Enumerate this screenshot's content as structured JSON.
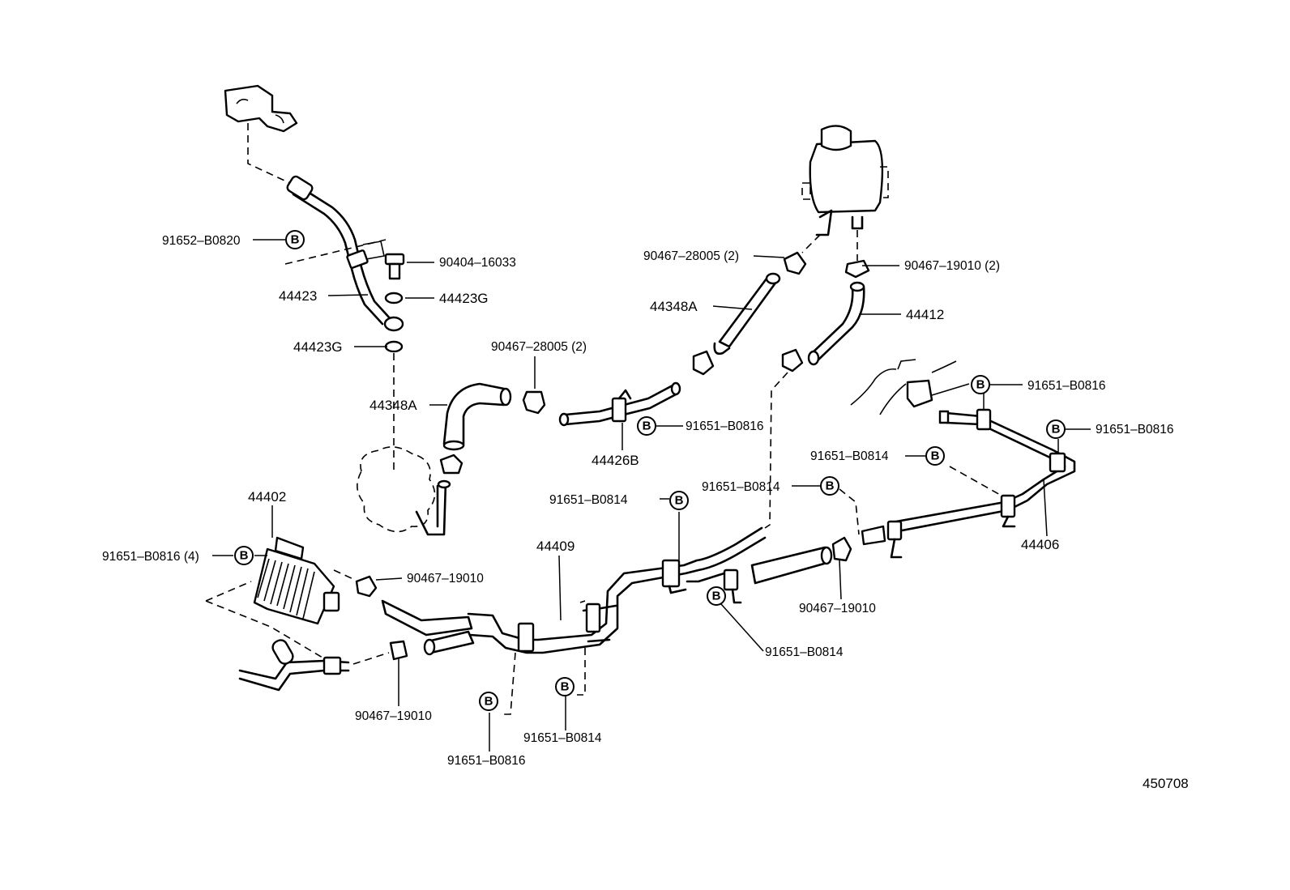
{
  "diagram_id": "450708",
  "badge_letter": "B",
  "labels": {
    "l_91652_B0820": "91652–B0820",
    "l_90404_16033": "90404–16033",
    "l_44423": "44423",
    "l_44423G_a": "44423G",
    "l_44423G_b": "44423G",
    "l_44348A_a": "44348A",
    "l_44348A_b": "44348A",
    "l_90467_28005_a": "90467–28005 (2)",
    "l_90467_28005_b": "90467–28005 (2)",
    "l_90467_19010_2": "90467–19010 (2)",
    "l_44412": "44412",
    "l_44426B": "44426B",
    "l_91651_B0816_a": "91651–B0816",
    "l_91651_B0816_b": "91651–B0816",
    "l_91651_B0816_c": "91651–B0816",
    "l_91651_B0816_4": "91651–B0816 (4)",
    "l_91651_B0816_d": "91651–B0816",
    "l_91651_B0814_a": "91651–B0814",
    "l_91651_B0814_b": "91651–B0814",
    "l_91651_B0814_c": "91651–B0814",
    "l_91651_B0814_d": "91651–B0814",
    "l_91651_B0814_e": "91651–B0814",
    "l_44402": "44402",
    "l_44409": "44409",
    "l_44406": "44406",
    "l_90467_19010_a": "90467–19010",
    "l_90467_19010_b": "90467–19010",
    "l_90467_19010_c": "90467–19010"
  }
}
